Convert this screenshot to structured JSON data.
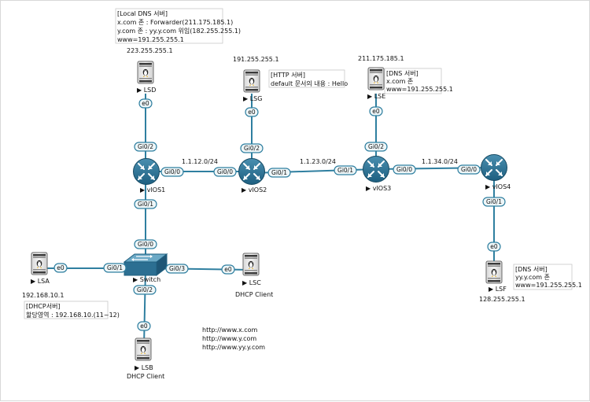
{
  "routers": [
    {
      "id": "vIOS1",
      "label": "vIOS1"
    },
    {
      "id": "vIOS2",
      "label": "vIOS2"
    },
    {
      "id": "vIOS3",
      "label": "vIOS3"
    },
    {
      "id": "vIOS4",
      "label": "vIOS4"
    }
  ],
  "switch": {
    "label": "Switch"
  },
  "hosts": [
    {
      "id": "LSD",
      "label": "LSD",
      "ip": "223.255.255.1"
    },
    {
      "id": "LSG",
      "label": "LSG",
      "ip": "191.255.255.1"
    },
    {
      "id": "LSE",
      "label": "LSE",
      "ip": "211.175.185.1"
    },
    {
      "id": "LSA",
      "label": "LSA",
      "ip": "192.168.10.1"
    },
    {
      "id": "LSB",
      "label": "LSB",
      "sub": "DHCP Client"
    },
    {
      "id": "LSC",
      "label": "LSC",
      "sub": "DHCP Client"
    },
    {
      "id": "LSF",
      "label": "LSF",
      "ip": "128.255.255.1"
    }
  ],
  "networks": {
    "n12": "1.1.12.0/24",
    "n23": "1.1.23.0/24",
    "n34": "1.1.34.0/24"
  },
  "ports": {
    "lsd_e0": "e0",
    "v1_g02": "Gi0/2",
    "lsg_e0": "e0",
    "v2_g02": "Gi0/2",
    "lse_e0": "e0",
    "v3_g02": "Gi0/2",
    "v1_g00": "Gi0/0",
    "v2_g00": "Gi0/0",
    "v2_g01": "Gi0/1",
    "v3_g01": "Gi0/1",
    "v3_g00": "Gi0/0",
    "v4_g00": "Gi0/0",
    "v4_g01": "Gi0/1",
    "lsf_e0": "e0",
    "v1_g01": "Gi0/1",
    "sw_g00": "Gi0/0",
    "lsa_e0": "e0",
    "sw_g01": "Gi0/1",
    "sw_g03": "Gi0/3",
    "lsc_e0": "e0",
    "sw_g02": "Gi0/2",
    "lsb_e0": "e0"
  },
  "notes": {
    "lsd": [
      "[Local DNS 서버]",
      "x.com 존 : Forwarder(211.175.185.1)",
      "y.com 존 : yy.y.com 위임(182.255.255.1)",
      "www=191.255.255.1"
    ],
    "lsg": [
      "[HTTP 서버]",
      "default 문서의 내용 : Hello"
    ],
    "lse": [
      "[DNS 서버]",
      "x.com 존",
      "www=191.255.255.1"
    ],
    "lsf": [
      "[DNS 서버]",
      "yy.y.com 존",
      "www=191.255.255.1"
    ],
    "lsa": [
      "[DHCP서버]",
      "할당영역 : 192.168.10.(11~12)"
    ],
    "urls": [
      "http://www.x.com",
      "http://www.y.com",
      "http://www.yy.y.com"
    ]
  }
}
